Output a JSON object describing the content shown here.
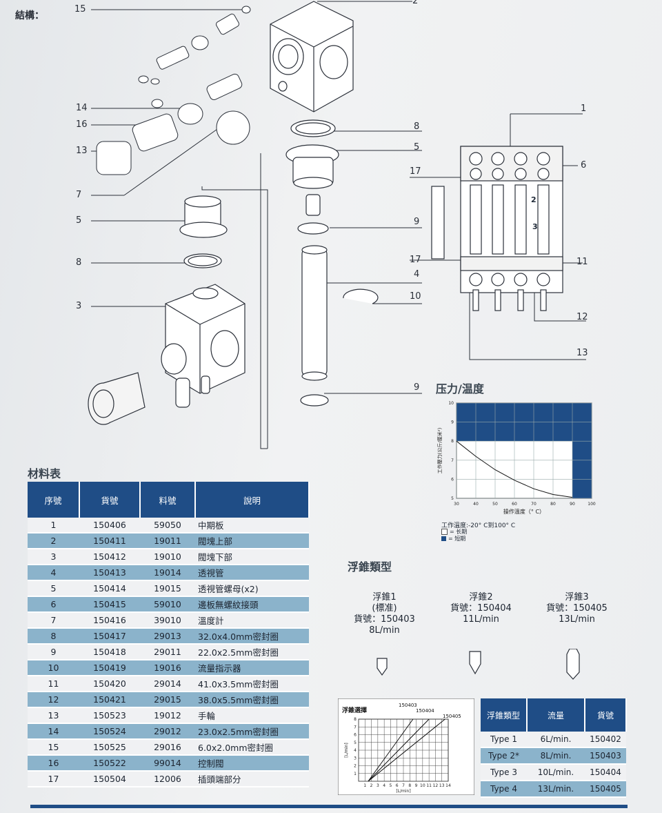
{
  "structure_heading": "結構：",
  "part_labels": [
    "15",
    "14",
    "16",
    "13",
    "7",
    "5",
    "8",
    "3",
    "2",
    "8",
    "5",
    "9",
    "4",
    "10",
    "9",
    "1",
    "6",
    "17",
    "17",
    "11",
    "12",
    "13"
  ],
  "pressure_temp": {
    "heading": "压力/温度",
    "note_line1": "工作溫度:-20° C到100° C",
    "legend_long": "= 长期",
    "legend_short": "= 短期"
  },
  "material_table": {
    "heading": "材料表",
    "headers": [
      "序號",
      "貨號",
      "料號",
      "說明"
    ],
    "rows": [
      [
        "1",
        "150406",
        "59050",
        "中期板"
      ],
      [
        "2",
        "150411",
        "19011",
        "閥塊上部"
      ],
      [
        "3",
        "150412",
        "19010",
        "閥塊下部"
      ],
      [
        "4",
        "150413",
        "19014",
        "透視管"
      ],
      [
        "5",
        "150414",
        "19015",
        "透視管螺母(x2)"
      ],
      [
        "6",
        "150415",
        "59010",
        "邊板無螺紋接頭"
      ],
      [
        "7",
        "150416",
        "39010",
        "溫度計"
      ],
      [
        "8",
        "150417",
        "29013",
        "32.0x4.0mm密封圈"
      ],
      [
        "9",
        "150418",
        "29011",
        "22.0x2.5mm密封圈"
      ],
      [
        "10",
        "150419",
        "19016",
        "流量指示器"
      ],
      [
        "11",
        "150420",
        "29014",
        "41.0x3.5mm密封圈"
      ],
      [
        "12",
        "150421",
        "29015",
        "38.0x5.5mm密封圈"
      ],
      [
        "13",
        "150523",
        "19012",
        "手輪"
      ],
      [
        "14",
        "150524",
        "29012",
        "23.0x2.5mm密封圈"
      ],
      [
        "15",
        "150525",
        "29016",
        "6.0x2.0mm密封圈"
      ],
      [
        "16",
        "150522",
        "99014",
        "控制閥"
      ],
      [
        "17",
        "150504",
        "12006",
        "插頭端部分"
      ]
    ]
  },
  "float_types": {
    "heading": "浮錐類型",
    "items": [
      {
        "name": "浮錐1",
        "sub": "(標准)",
        "code": "貨號：150403",
        "flow": "8L/min"
      },
      {
        "name": "浮錐2",
        "sub": "",
        "code": "貨號：150404",
        "flow": "11L/min"
      },
      {
        "name": "浮錐3",
        "sub": "",
        "code": "貨號：150405",
        "flow": "13L/min"
      }
    ]
  },
  "float_table": {
    "headers": [
      "浮錐類型",
      "流量",
      "貨號"
    ],
    "rows": [
      [
        "Type 1",
        "6L/min.",
        "150402"
      ],
      [
        "Type 2*",
        "8L/min.",
        "150403"
      ],
      [
        "Type 3",
        "10L/min.",
        "150404"
      ],
      [
        "Type 4",
        "13L/min.",
        "150405"
      ]
    ]
  },
  "chart_data": [
    {
      "type": "area",
      "title": "",
      "xlabel": "操作溫度（° C）",
      "ylabel": "工作壓力(公斤/厘米²)",
      "x_ticks": [
        30,
        40,
        50,
        60,
        70,
        80,
        90,
        100
      ],
      "y_ticks": [
        5,
        6,
        7,
        8,
        9,
        10
      ],
      "xlim": [
        30,
        100
      ],
      "ylim": [
        5,
        10
      ],
      "grid": true,
      "long_term_curve": {
        "x": [
          30,
          40,
          50,
          60,
          70,
          80,
          90
        ],
        "y": [
          8.0,
          7.2,
          6.5,
          5.95,
          5.5,
          5.2,
          5.05
        ]
      },
      "short_term_region": {
        "y_from": 8.0,
        "y_to": 10,
        "right_band_x": [
          90,
          100
        ]
      },
      "colors": {
        "short_term": "#1f4d86",
        "long_term": "#ffffff"
      }
    },
    {
      "type": "line",
      "title": "浮錐選擇",
      "xlabel": "[L/min]",
      "ylabel": "[L/min]",
      "x_ticks": [
        1,
        2,
        3,
        4,
        5,
        6,
        7,
        8,
        9,
        10,
        11,
        12,
        13,
        14
      ],
      "y_ticks": [
        1,
        2,
        3,
        4,
        5,
        6,
        7,
        8
      ],
      "xlim": [
        0,
        14
      ],
      "ylim": [
        0,
        8
      ],
      "grid": true,
      "series": [
        {
          "name": "150403",
          "x": [
            1.5,
            8.5
          ],
          "y": [
            0,
            8
          ]
        },
        {
          "name": "150404",
          "x": [
            1.5,
            11
          ],
          "y": [
            0,
            8
          ]
        },
        {
          "name": "150405",
          "x": [
            1.5,
            13.5
          ],
          "y": [
            0,
            8
          ]
        }
      ]
    }
  ]
}
